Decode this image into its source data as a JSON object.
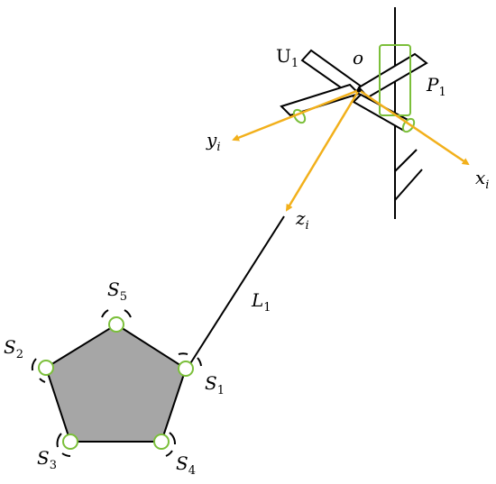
{
  "labels": {
    "o": "o",
    "u_main": "U",
    "u_sub": "1",
    "p_main": "P",
    "p_sub": "1",
    "y_main": "y",
    "y_sub": "i",
    "x_main": "x",
    "x_sub": "i",
    "z_main": "z",
    "z_sub": "i",
    "l_main": "L",
    "l_sub": "1",
    "s1_main": "S",
    "s1_sub": "1",
    "s2_main": "S",
    "s2_sub": "2",
    "s3_main": "S",
    "s3_sub": "3",
    "s4_main": "S",
    "s4_sub": "4",
    "s5_main": "S",
    "s5_sub": "5"
  },
  "colors": {
    "axis": "#f2b01b",
    "joint": "#7bbf3a",
    "platform_fill": "#a6a6a6",
    "line": "#000000"
  }
}
